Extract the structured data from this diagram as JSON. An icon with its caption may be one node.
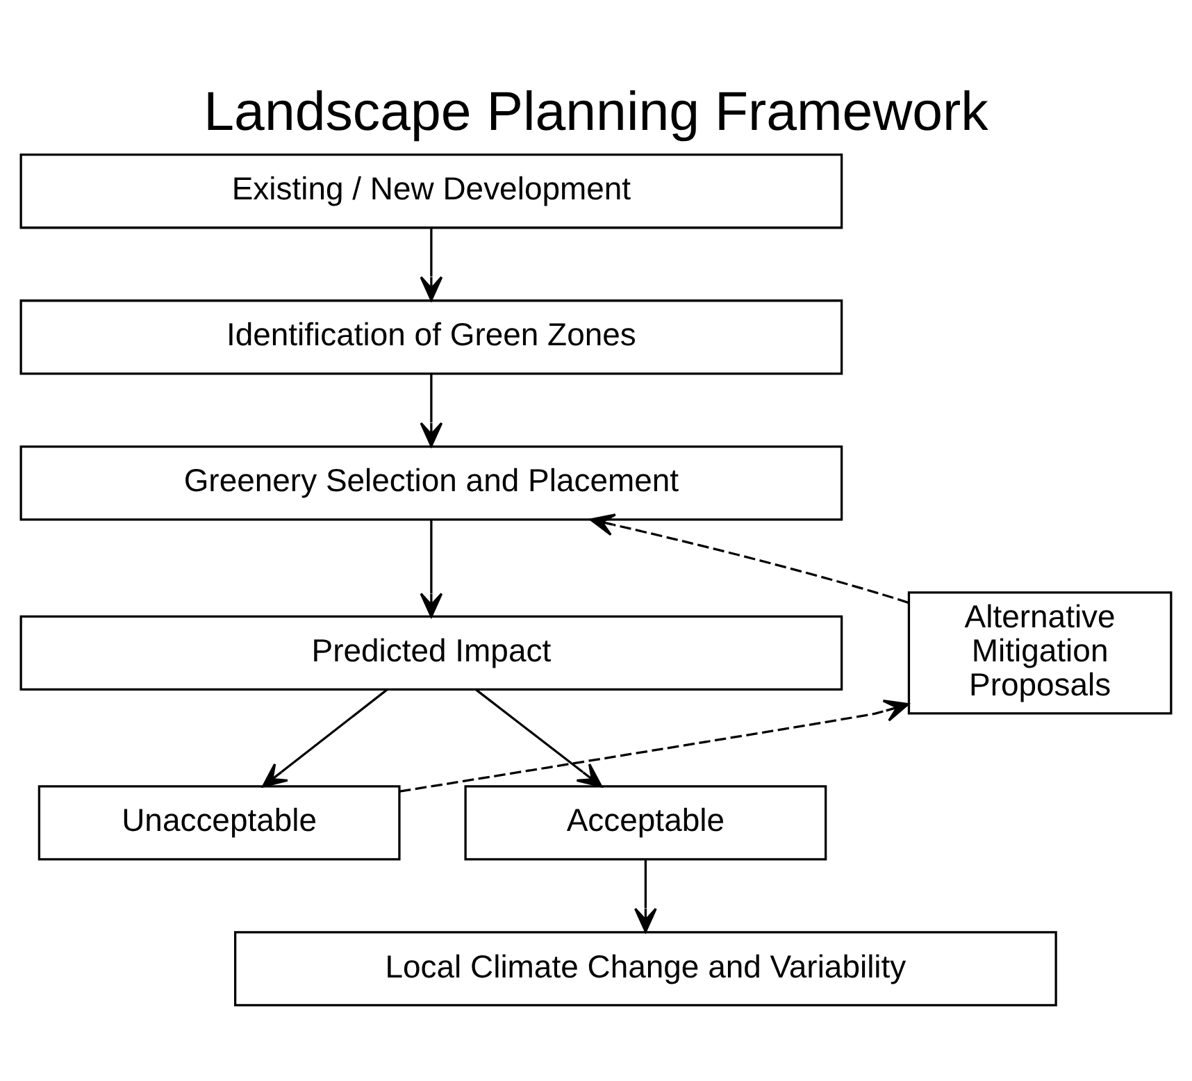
{
  "diagram": {
    "title": "Landscape Planning Framework",
    "nodes": [
      {
        "text": [
          "Existing / New Development"
        ]
      },
      {
        "text": [
          "Identification of Green Zones"
        ]
      },
      {
        "text": [
          "Greenery Selection and Placement"
        ]
      },
      {
        "text": [
          "Predicted Impact"
        ]
      },
      {
        "text": [
          "Alternative Mitigation Proposals"
        ]
      },
      {
        "text": [
          "Unacceptable"
        ]
      },
      {
        "text": [
          "Acceptable"
        ]
      },
      {
        "text": [
          "Local Climate Change and Variability"
        ]
      }
    ],
    "edges": [
      {
        "from": 0,
        "to": 1,
        "arrow": "to"
      },
      {
        "from": 1,
        "to": 2,
        "arrow": "to"
      },
      {
        "from": 2,
        "to": 3,
        "arrow": "to"
      },
      {
        "from": 3,
        "to": 5,
        "arrow": "to"
      },
      {
        "from": 3,
        "to": 6,
        "arrow": "to"
      },
      {
        "from": 6,
        "to": 7,
        "arrow": "to"
      },
      {
        "from": 5,
        "to": 4,
        "arrow": "to",
        "style": "dashed"
      },
      {
        "from": 4,
        "to": 2,
        "arrow": "to",
        "style": "dashed"
      }
    ]
  }
}
